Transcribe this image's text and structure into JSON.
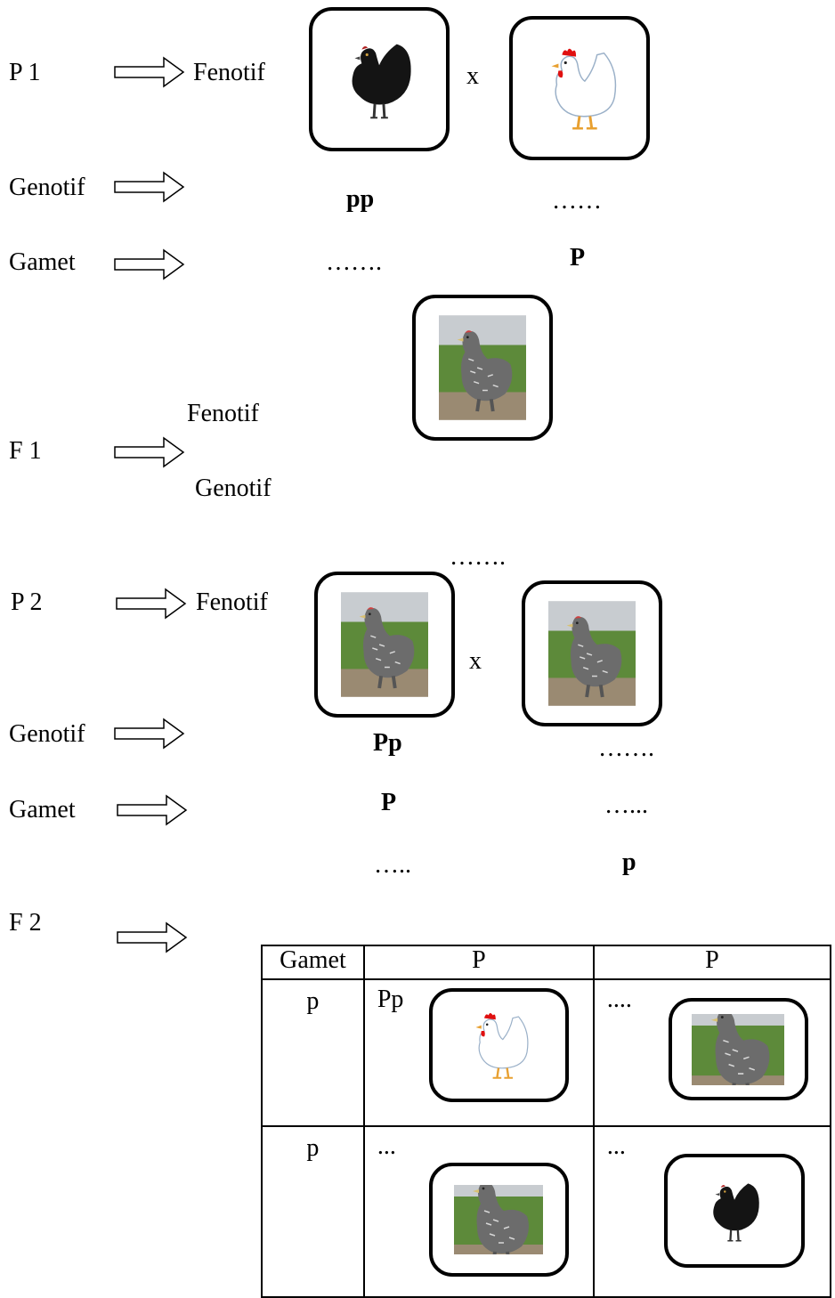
{
  "p1": {
    "label": "P 1",
    "fenotif_label": "Fenotif",
    "genotif_label": "Genotif",
    "gamet_label": "Gamet",
    "cross_symbol": "x",
    "genotype_left": "pp",
    "genotype_right": "……",
    "gamete_left": "…….",
    "gamete_right": "P"
  },
  "f1": {
    "label": "F 1",
    "fenotif_label": "Fenotif",
    "genotif_label": "Genotif",
    "genotype_blank": "……."
  },
  "p2": {
    "label": "P 2",
    "fenotif_label": "Fenotif",
    "genotif_label": "Genotif",
    "gamet_label": "Gamet",
    "cross_symbol": "x",
    "genotype_left": "Pp",
    "genotype_right": "…….",
    "gamete_left_1": "P",
    "gamete_left_2": "…..",
    "gamete_right_1": "…...",
    "gamete_right_2": "p"
  },
  "f2": {
    "label": "F 2",
    "table": {
      "header": [
        "Gamet",
        "P",
        "P"
      ],
      "rows": [
        {
          "gamete": "p",
          "cells": [
            "Pp",
            "...."
          ]
        },
        {
          "gamete": "p",
          "cells": [
            "...",
            "..."
          ]
        }
      ]
    }
  },
  "icons": {
    "black_hen": "black-hen-icon",
    "white_hen": "white-hen-icon",
    "grey_hen": "grey-speckled-hen-icon",
    "arrow": "hollow-right-arrow-icon"
  },
  "colors": {
    "black_hen": "#141414",
    "white_hen": "#ffffff",
    "comb": "#e01010",
    "grass": "#5d8a3a",
    "grey_hen": "#6c6c6c"
  }
}
